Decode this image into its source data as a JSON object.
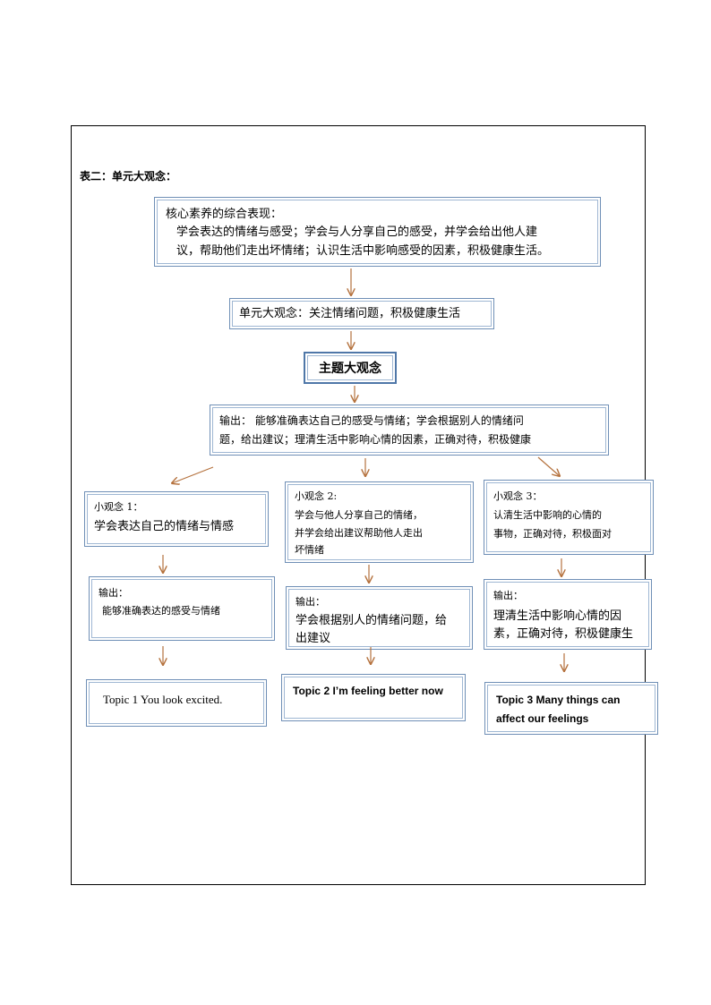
{
  "section_title": "表二：单元大观念：",
  "core": {
    "heading": "核心素养的综合表现：",
    "line1": "学会表达的情绪与感受；学会与人分享自己的感受，并学会给出他人建",
    "line2": "议，帮助他们走出坏情绪；认识生活中影响感受的因素，积极健康生活。"
  },
  "unit_big_idea": "单元大观念：关注情绪问题，积极健康生活",
  "theme_big_idea": "主题大观念",
  "output_main": {
    "line1": "输出：  能够准确表达自己的感受与情绪；学会根据别人的情绪问",
    "line2": "题，给出建议；理清生活中影响心情的因素，正确对待，积极健康"
  },
  "columns": [
    {
      "idea_title": "小观念 1：",
      "idea_lines": [
        "学会表达自己的情绪与情感"
      ],
      "output_title": "输出：",
      "output_lines": [
        "能够准确表达的感受与情绪"
      ],
      "topic_lines": [
        "Topic 1 You look excited."
      ]
    },
    {
      "idea_title": "小观念 2:",
      "idea_lines": [
        "学会与他人分享自己的情绪，",
        "并学会给出建议帮助他人走出",
        "坏情绪"
      ],
      "output_title": "输出：",
      "output_lines": [
        "学会根据别人的情绪问题，给",
        "出建议"
      ],
      "topic_lines": [
        "Topic 2 I’m feeling better now"
      ]
    },
    {
      "idea_title": "小观念 3：",
      "idea_lines": [
        "认清生活中影响的心情的",
        "事物，正确对待，积极面对"
      ],
      "output_title": "输出：",
      "output_lines": [
        "理清生活中影响心情的因",
        "素，正确对待，积极健康生"
      ],
      "topic_lines": [
        "Topic 3 Many things can",
        "affect our feelings"
      ]
    }
  ],
  "colors": {
    "arrow": "#b5723e",
    "box_border": "#6f8fb6",
    "box_inner": "#9fb7d3"
  }
}
